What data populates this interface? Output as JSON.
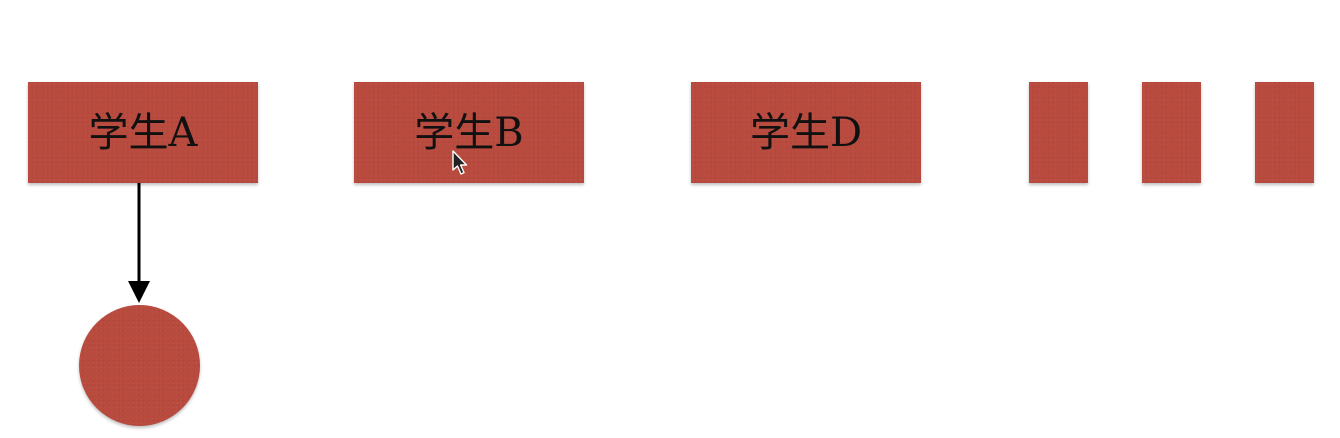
{
  "colors": {
    "box_fill": "#b84a3e",
    "text": "#111111",
    "arrow": "#000000",
    "background": "#ffffff"
  },
  "boxes": [
    {
      "label": "学生A"
    },
    {
      "label": "学生B"
    },
    {
      "label": "学生D"
    },
    {
      "label": ""
    },
    {
      "label": ""
    },
    {
      "label": ""
    }
  ],
  "connector": {
    "from": "学生A",
    "to": "circle-node"
  },
  "icons": {
    "cursor": "mouse-pointer-icon"
  }
}
